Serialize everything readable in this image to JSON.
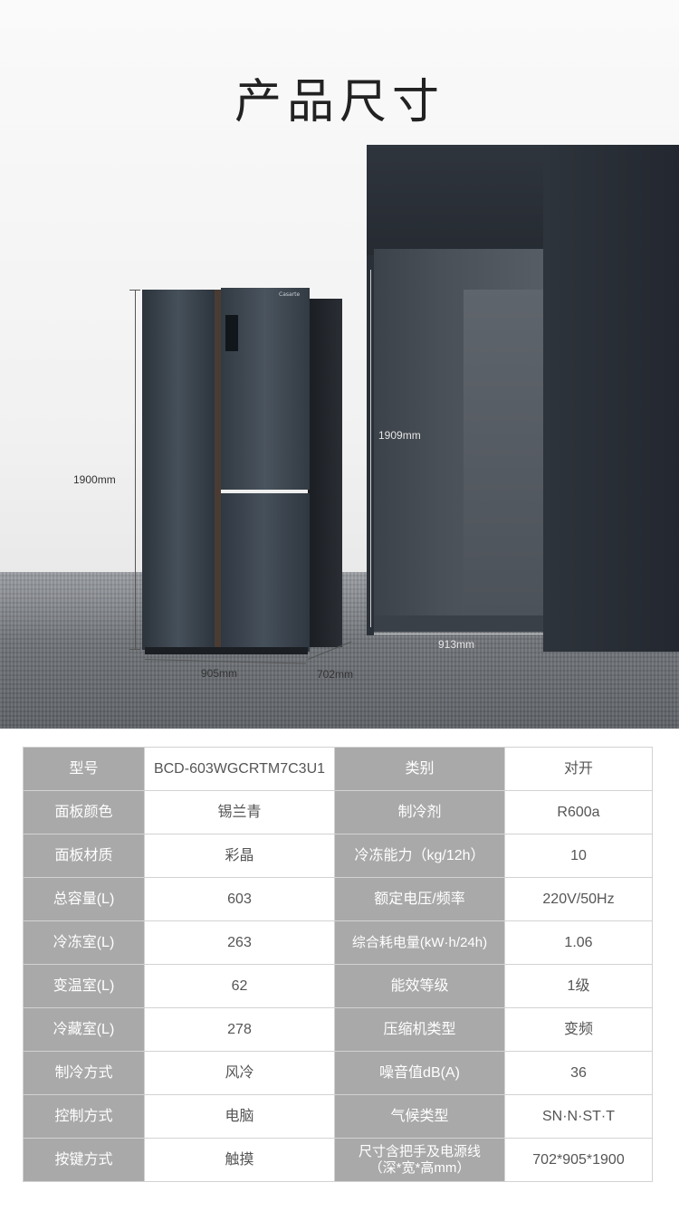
{
  "page": {
    "title": "产品尺寸"
  },
  "dimensions": {
    "fridge_height": "1900mm",
    "fridge_width": "905mm",
    "fridge_depth": "702mm",
    "niche_height": "1909mm",
    "niche_width": "913mm"
  },
  "fridge": {
    "brand": "Casarte"
  },
  "specs": {
    "rows": [
      [
        {
          "label": "型号",
          "value": "BCD-603WGCRTM7C3U1"
        },
        {
          "label": "类别",
          "value": "对开"
        }
      ],
      [
        {
          "label": "面板颜色",
          "value": "锡兰青"
        },
        {
          "label": "制冷剂",
          "value": "R600a"
        }
      ],
      [
        {
          "label": "面板材质",
          "value": "彩晶"
        },
        {
          "label": "冷冻能力（kg/12h）",
          "value": "10"
        }
      ],
      [
        {
          "label": "总容量(L)",
          "value": "603"
        },
        {
          "label": "额定电压/频率",
          "value": "220V/50Hz"
        }
      ],
      [
        {
          "label": "冷冻室(L)",
          "value": "263"
        },
        {
          "label": "综合耗电量(kW·h/24h)",
          "value": "1.06"
        }
      ],
      [
        {
          "label": "变温室(L)",
          "value": "62"
        },
        {
          "label": "能效等级",
          "value": "1级"
        }
      ],
      [
        {
          "label": "冷藏室(L)",
          "value": "278"
        },
        {
          "label": "压缩机类型",
          "value": "变频"
        }
      ],
      [
        {
          "label": "制冷方式",
          "value": "风冷"
        },
        {
          "label": "噪音值dB(A)",
          "value": "36"
        }
      ],
      [
        {
          "label": "控制方式",
          "value": "电脑"
        },
        {
          "label": "气候类型",
          "value": "SN·N·ST·T"
        }
      ],
      [
        {
          "label": "按键方式",
          "value": "触摸"
        },
        {
          "label_line1": "尺寸含把手及电源线",
          "label_line2": "（深*宽*高mm）",
          "value": "702*905*1900"
        }
      ]
    ]
  }
}
